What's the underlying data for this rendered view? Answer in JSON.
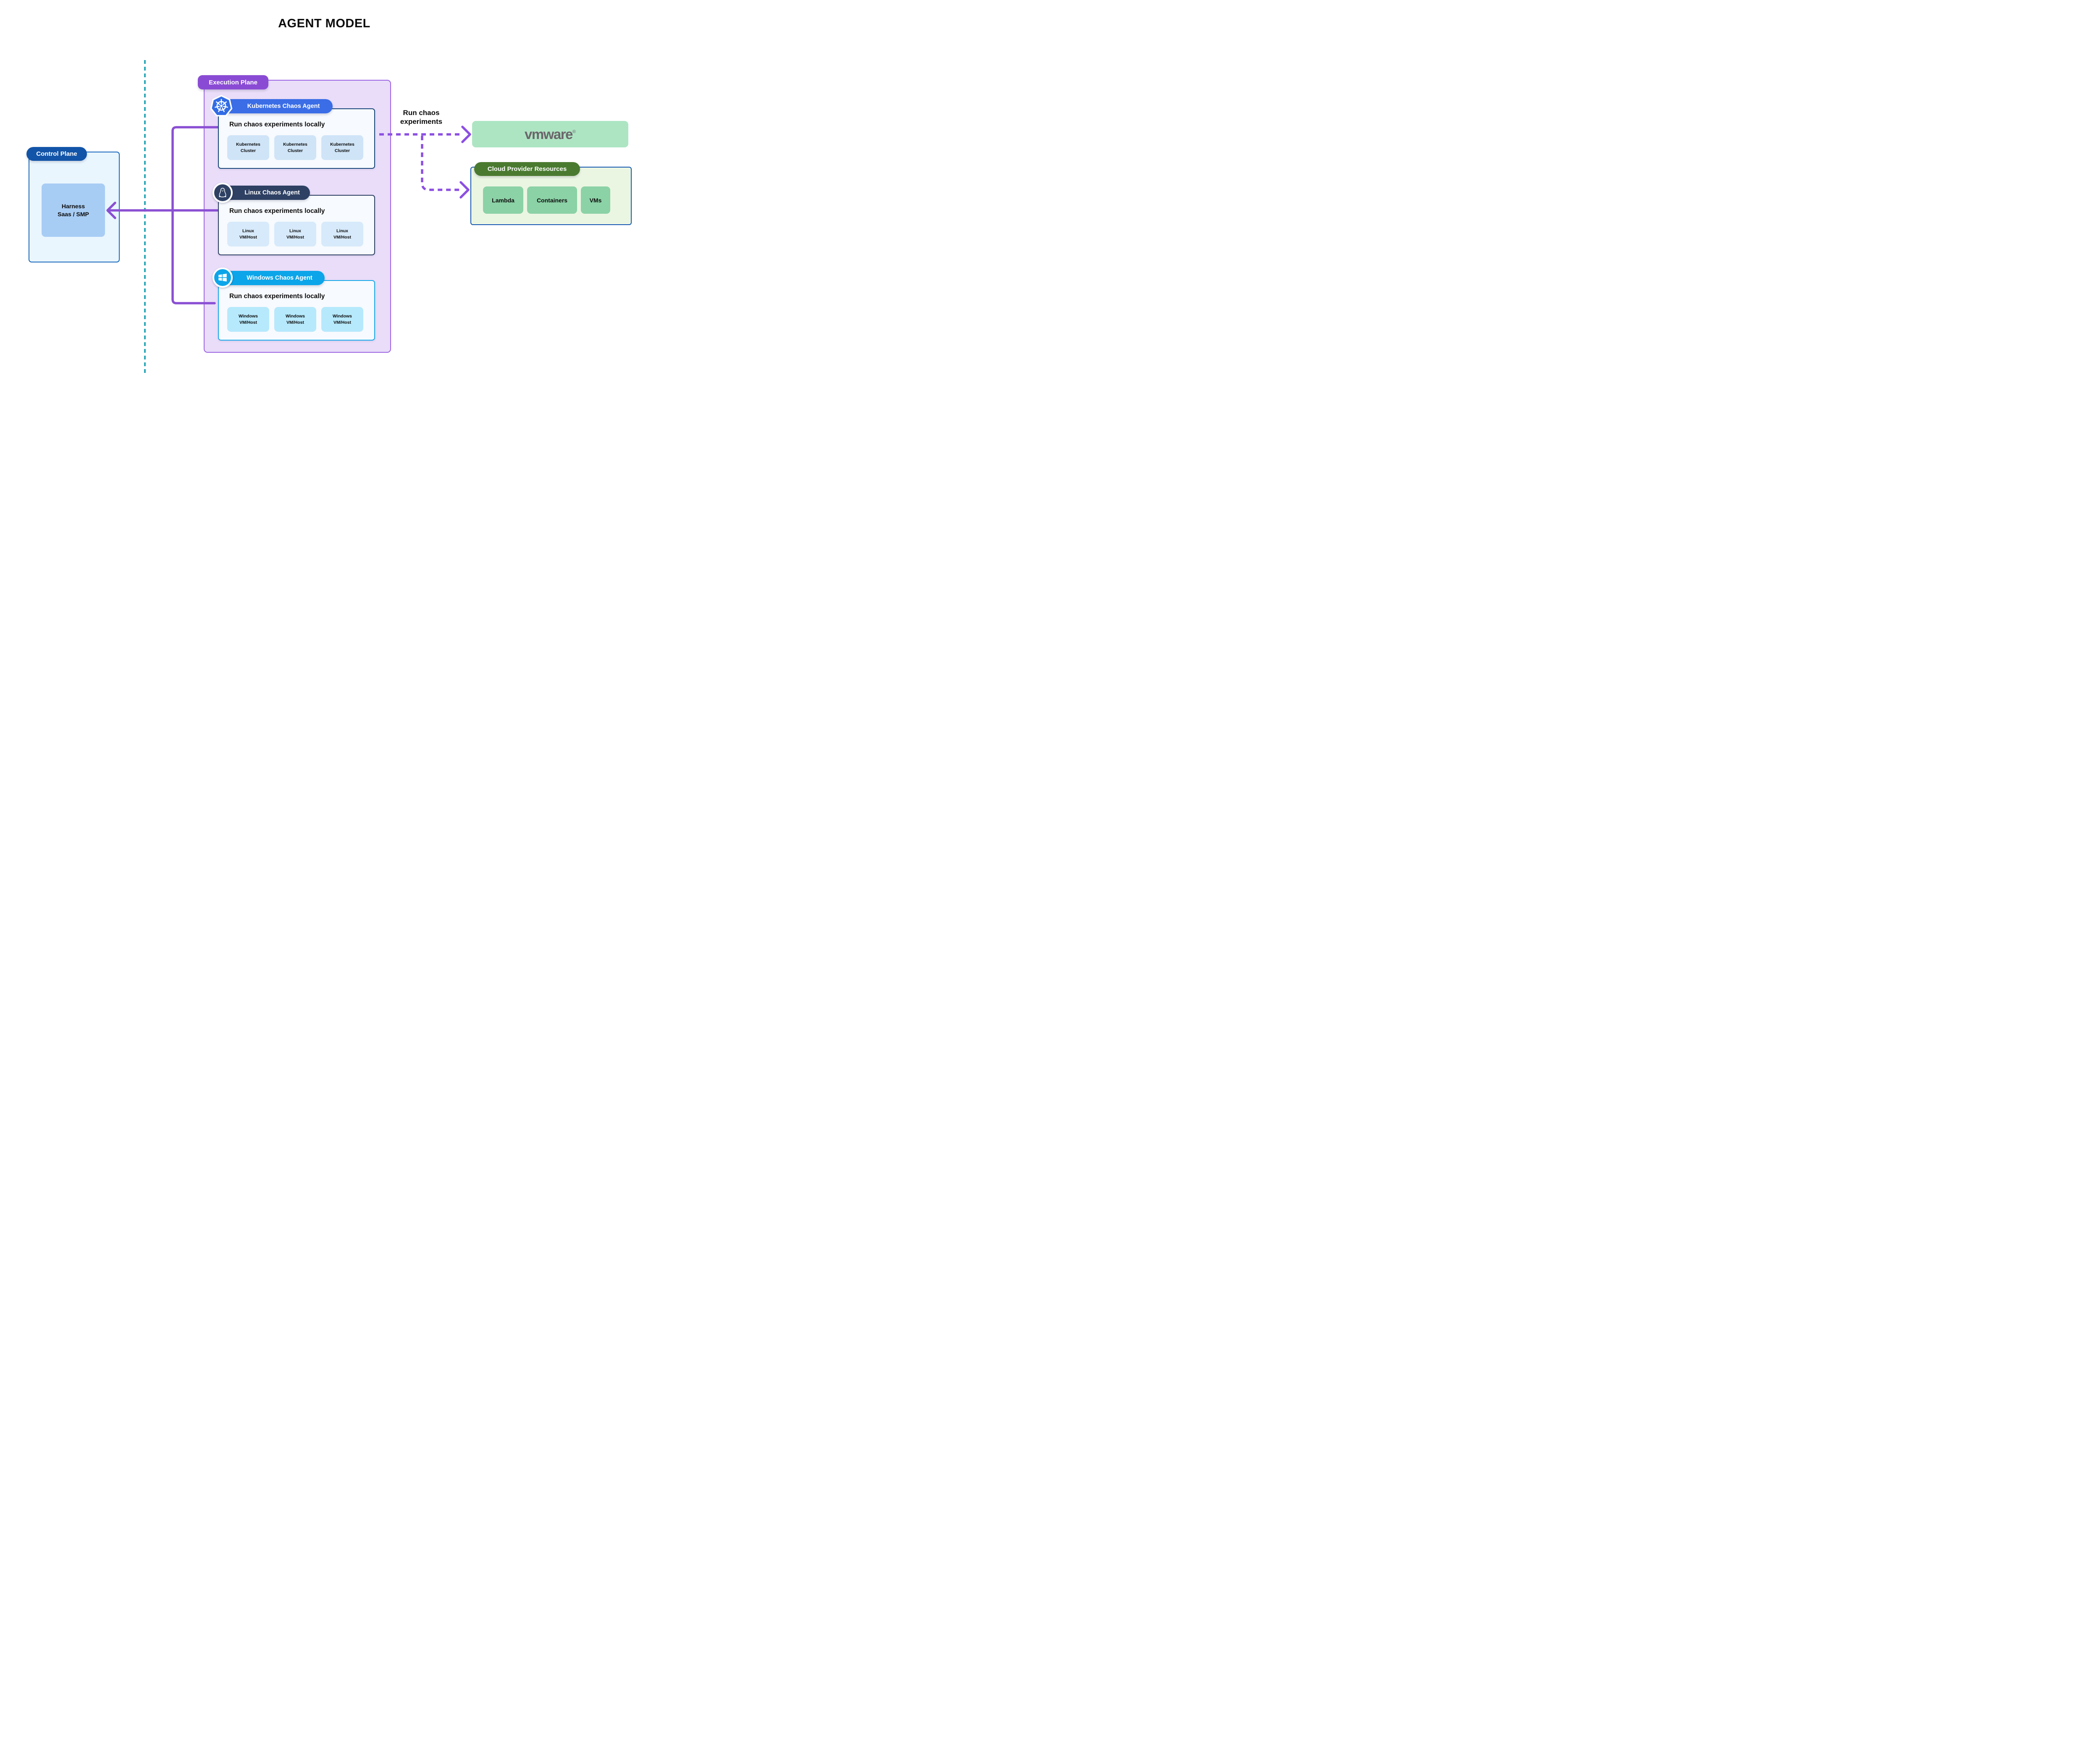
{
  "title": "AGENT MODEL",
  "control_plane": {
    "pill_label": "Control Plane",
    "harness_line1": "Harness",
    "harness_line2": "Saas / SMP"
  },
  "execution_plane": {
    "pill_label": "Execution Plane",
    "agents": [
      {
        "icon": "kubernetes-helm-wheel",
        "pill_label": "Kubernetes Chaos Agent",
        "heading": "Run chaos experiments locally",
        "chips": [
          {
            "line1": "Kubernetes",
            "line2": "Cluster"
          },
          {
            "line1": "Kubernetes",
            "line2": "Cluster"
          },
          {
            "line1": "Kubernetes",
            "line2": "Cluster"
          }
        ]
      },
      {
        "icon": "linux-tux",
        "pill_label": "Linux Chaos Agent",
        "heading": "Run chaos experiments locally",
        "chips": [
          {
            "line1": "Linux",
            "line2": "VM/Host"
          },
          {
            "line1": "Linux",
            "line2": "VM/Host"
          },
          {
            "line1": "Linux",
            "line2": "VM/Host"
          }
        ]
      },
      {
        "icon": "windows-flag",
        "pill_label": "Windows Chaos Agent",
        "heading": "Run chaos experiments locally",
        "chips": [
          {
            "line1": "Windows",
            "line2": "VM/Host"
          },
          {
            "line1": "Windows",
            "line2": "VM/Host"
          },
          {
            "line1": "Windows",
            "line2": "VM/Host"
          }
        ]
      }
    ]
  },
  "right": {
    "run_chaos_line1": "Run chaos",
    "run_chaos_line2": "experiments",
    "vmware_text": "vmware",
    "vmware_reg": "®",
    "cloud": {
      "pill_label": "Cloud Provider Resources",
      "chips": [
        "Lambda",
        "Containers",
        "VMs"
      ]
    }
  },
  "colors": {
    "teal_boundary": "#2AA8B8",
    "purple_solid": "#8A4FD3",
    "purple_dashed": "#8C4FE2",
    "control_pill": "#1254A8",
    "control_box_bg": "#E9F6FE",
    "control_box_border": "#1767BC",
    "harness_card": "#A8CDF5",
    "execution_pill": "#8A4BD4",
    "execution_bg": "#E9DDF9",
    "execution_border": "#9D63E3",
    "kubernetes_blue": "#326CE5",
    "kubernetes_pill": "#3A6DE6",
    "kubernetes_card_border": "#174679",
    "kubernetes_chip": "#CFE4F7",
    "linux_navy": "#2E4063",
    "linux_chip": "#D7EAFB",
    "windows_cyan": "#0CA5E9",
    "windows_chip": "#B6E9FC",
    "vmware_bg": "#ADE5C3",
    "vmware_text": "#6B666B",
    "cloud_pill": "#4A7A30",
    "cloud_box_bg": "#EBF6E2",
    "cloud_box_border": "#1356B0",
    "cloud_chip": "#8BD2A6"
  }
}
